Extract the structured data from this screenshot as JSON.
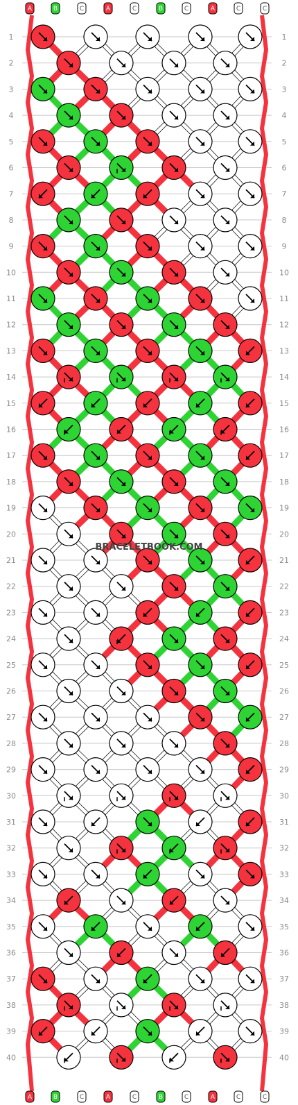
{
  "watermark": "BRACELETBOOK.COM",
  "colors": {
    "A": "#f5333f",
    "B": "#2ed334",
    "C": "#ffffff",
    "outline": "#000000",
    "grid": "#c8c8c8",
    "arrow": "#000000"
  },
  "strands_top": [
    "A",
    "B",
    "C",
    "A",
    "C",
    "B",
    "C",
    "A",
    "C",
    "C"
  ],
  "strands_bottom": [
    "A",
    "B",
    "C",
    "A",
    "C",
    "B",
    "C",
    "A",
    "C",
    "C"
  ],
  "rows": [
    "1",
    "2",
    "3",
    "4",
    "5",
    "6",
    "7",
    "8",
    "9",
    "10",
    "11",
    "12",
    "13",
    "14",
    "15",
    "16",
    "17",
    "18",
    "19",
    "20",
    "21",
    "22",
    "23",
    "24",
    "25",
    "26",
    "27",
    "28",
    "29",
    "30",
    "31",
    "32",
    "33",
    "34",
    "35",
    "36",
    "37",
    "38",
    "39",
    "40"
  ],
  "knots": [
    [
      "A:f",
      "C:f",
      "C:f",
      "C:f",
      "C:f"
    ],
    [
      "A:f",
      "C:f",
      "C:f",
      "C:f"
    ],
    [
      "B:f",
      "A:f",
      "C:f",
      "C:f",
      "C:f"
    ],
    [
      "B:f",
      "A:f",
      "C:f",
      "C:f"
    ],
    [
      "A:f",
      "B:f",
      "A:f",
      "C:f",
      "C:f"
    ],
    [
      "A:f",
      "B:fb",
      "A:f",
      "C:f"
    ],
    [
      "A:b",
      "B:b",
      "A:b",
      "C:f",
      "C:f"
    ],
    [
      "B:f",
      "A:f",
      "C:f",
      "C:f"
    ],
    [
      "A:f",
      "B:f",
      "A:f",
      "C:f",
      "C:f"
    ],
    [
      "A:f",
      "B:f",
      "A:f",
      "C:f"
    ],
    [
      "B:f",
      "A:f",
      "B:f",
      "A:f",
      "C:f"
    ],
    [
      "B:f",
      "A:f",
      "B:f",
      "A:f"
    ],
    [
      "A:f",
      "B:f",
      "A:f",
      "B:f",
      "A:b"
    ],
    [
      "A:fb",
      "B:fb",
      "A:fb",
      "B:fb"
    ],
    [
      "A:b",
      "B:b",
      "A:b",
      "B:b",
      "A:b"
    ],
    [
      "B:bf",
      "A:b",
      "B:bf",
      "A:bf"
    ],
    [
      "A:f",
      "B:f",
      "A:f",
      "B:f",
      "A:b"
    ],
    [
      "A:f",
      "B:f",
      "A:f",
      "B:f"
    ],
    [
      "C:f",
      "A:f",
      "B:f",
      "A:f",
      "B:f"
    ],
    [
      "C:f",
      "A:f",
      "B:f",
      "A:f"
    ],
    [
      "C:f",
      "C:f",
      "A:f",
      "B:f",
      "A:b"
    ],
    [
      "C:f",
      "C:f",
      "A:f",
      "B:f"
    ],
    [
      "C:f",
      "C:f",
      "A:b",
      "B:b",
      "A:b"
    ],
    [
      "C:f",
      "A:bf",
      "B:f",
      "A:f"
    ],
    [
      "C:f",
      "C:f",
      "A:f",
      "B:f",
      "A:b"
    ],
    [
      "C:f",
      "C:f",
      "A:f",
      "B:f"
    ],
    [
      "C:f",
      "C:f",
      "C:f",
      "A:f",
      "B:b"
    ],
    [
      "C:f",
      "C:f",
      "C:f",
      "A:f"
    ],
    [
      "C:f",
      "C:f",
      "C:f",
      "C:f",
      "A:b"
    ],
    [
      "C:fb",
      "C:fb",
      "A:fb",
      "C:fb"
    ],
    [
      "C:f",
      "C:b",
      "B:f",
      "C:b",
      "A:b"
    ],
    [
      "C:f",
      "A:fb",
      "B:bf",
      "A:fb"
    ],
    [
      "C:f",
      "C:f",
      "B:b",
      "C:f",
      "A:f"
    ],
    [
      "A:b",
      "C:f",
      "A:b",
      "C:f"
    ],
    [
      "C:f",
      "B:b",
      "C:f",
      "B:b",
      "C:f"
    ],
    [
      "C:f",
      "A:b",
      "C:f",
      "A:b"
    ],
    [
      "A:f",
      "C:f",
      "B:b",
      "C:f",
      "C:f"
    ],
    [
      "A:fb",
      "C:fb",
      "A:fb",
      "C:fb"
    ],
    [
      "A:b",
      "C:b",
      "B:f",
      "C:b",
      "C:f"
    ],
    [
      "C:bf",
      "A:fb",
      "C:bf",
      "A:fb"
    ]
  ]
}
